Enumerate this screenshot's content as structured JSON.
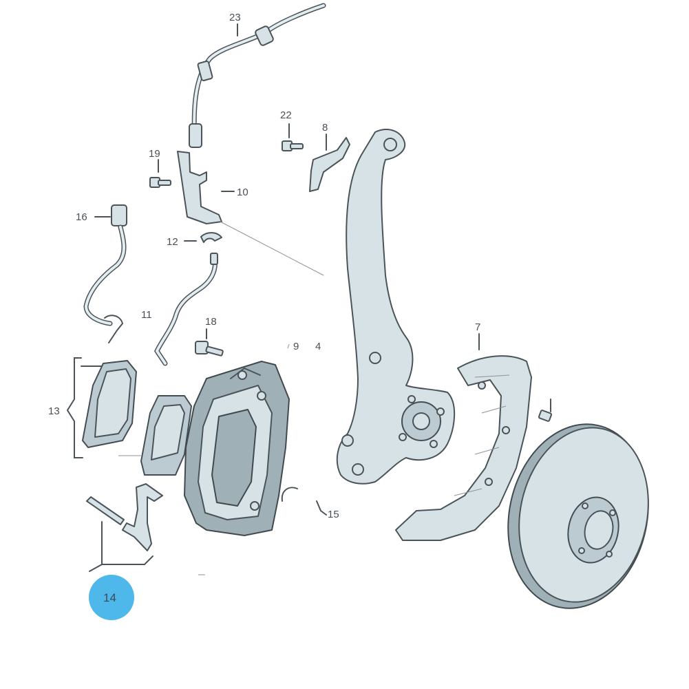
{
  "diagram": {
    "callouts": [
      {
        "id": "23",
        "label": "23"
      },
      {
        "id": "22",
        "label": "22"
      },
      {
        "id": "8",
        "label": "8"
      },
      {
        "id": "19",
        "label": "19"
      },
      {
        "id": "10",
        "label": "10"
      },
      {
        "id": "16",
        "label": "16"
      },
      {
        "id": "12",
        "label": "12"
      },
      {
        "id": "11",
        "label": "11"
      },
      {
        "id": "18",
        "label": "18"
      },
      {
        "id": "9",
        "label": "9"
      },
      {
        "id": "4",
        "label": "4"
      },
      {
        "id": "7",
        "label": "7"
      },
      {
        "id": "13",
        "label": "13"
      },
      {
        "id": "15",
        "label": "15"
      },
      {
        "id": "14",
        "label": "14"
      }
    ],
    "highlight": {
      "label": "14",
      "color": "#4fb8ea"
    },
    "colors": {
      "part_fill": "#d7e2e6",
      "outline": "#4a5358"
    }
  }
}
